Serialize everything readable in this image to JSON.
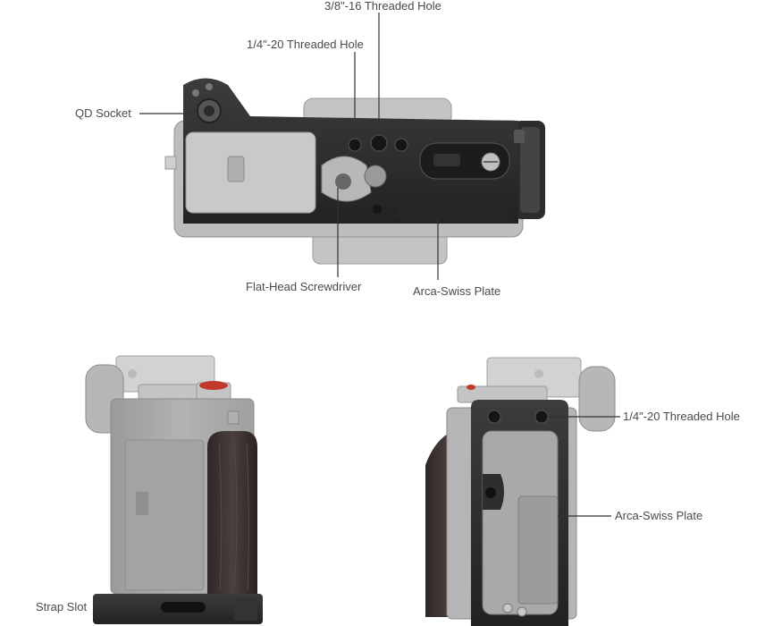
{
  "callouts": {
    "threaded_hole_38": "3/8\"-16 Threaded Hole",
    "threaded_hole_14_top": "1/4\"-20 Threaded Hole",
    "qd_socket": "QD Socket",
    "flat_head_screwdriver": "Flat-Head Screwdriver",
    "arca_swiss_top": "Arca-Swiss Plate",
    "threaded_hole_14_right": "1/4\"-20 Threaded Hole",
    "arca_swiss_right": "Arca-Swiss Plate",
    "strap_slot": "Strap Slot"
  },
  "colors": {
    "camera_body": "#a9a9a9",
    "camera_light": "#c9c9c9",
    "plate_dark": "#2b2b2b",
    "plate_mid": "#3a3a3a",
    "wood_grip": "#3b3330",
    "leader_line": "#333333",
    "shutter_red": "#c0392b"
  }
}
